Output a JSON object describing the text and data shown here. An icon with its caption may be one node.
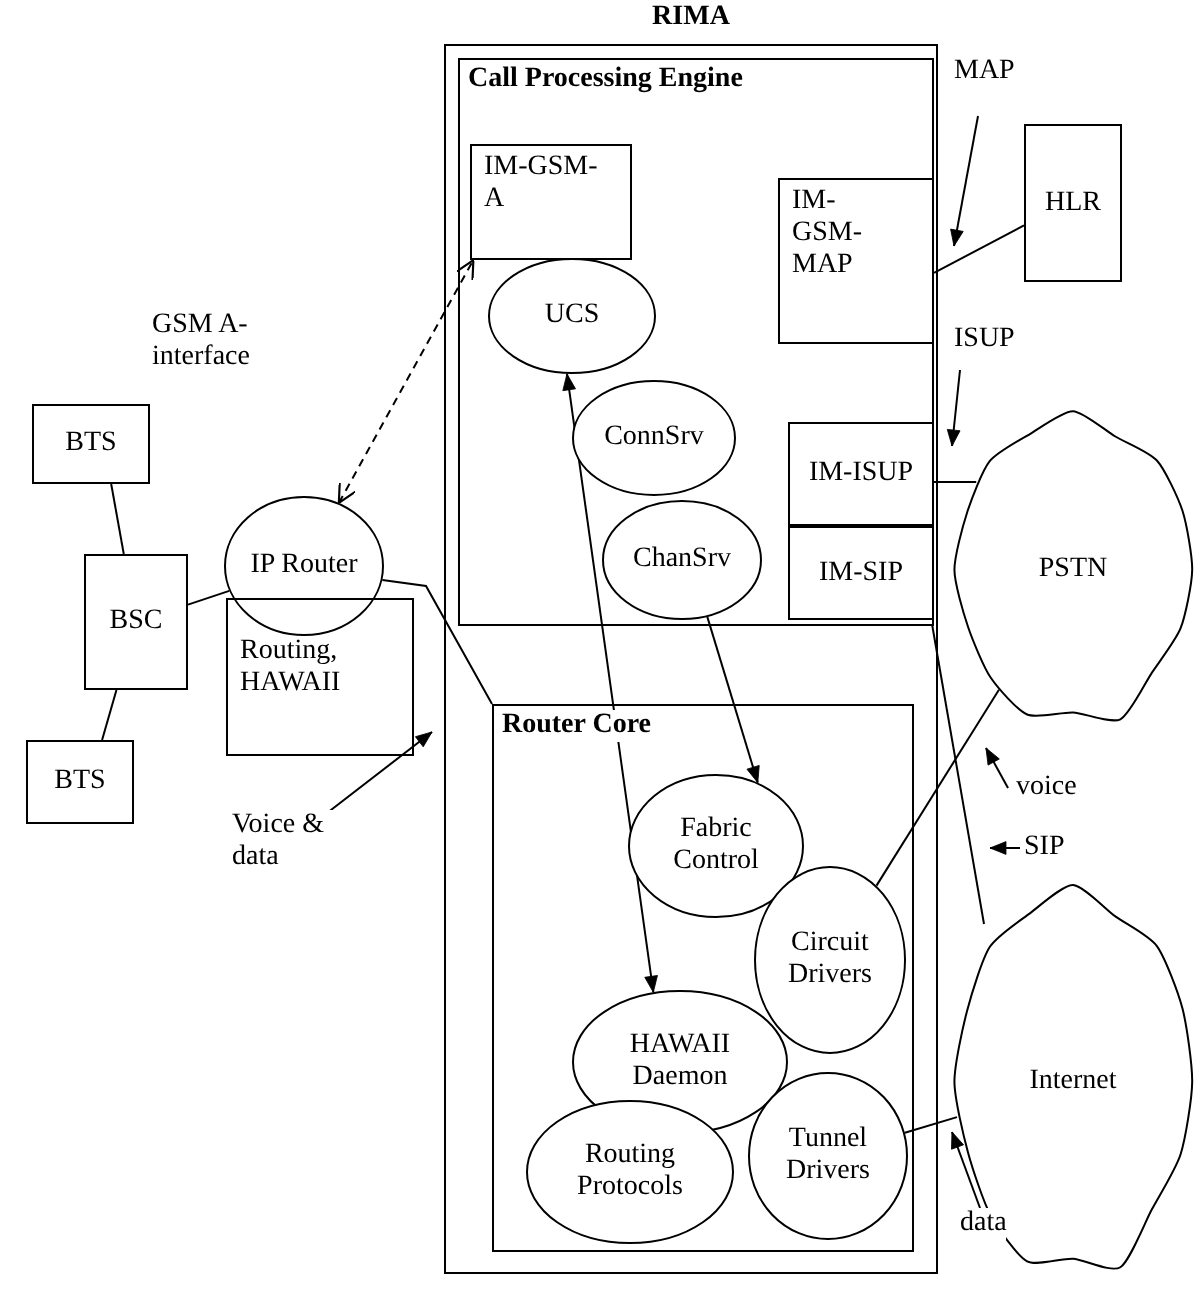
{
  "diagram": {
    "nodes": [
      {
        "text": [
          "RIMA"
        ]
      },
      {
        "text": [
          "Call Processing Engine"
        ],
        "in": 0
      },
      {
        "text": [
          "IM-GSM-A"
        ],
        "in": 1
      },
      {
        "text": [
          "UCS"
        ],
        "in": 1
      },
      {
        "text": [
          "IM-GSM-MAP"
        ],
        "in": 1
      },
      {
        "text": [
          "ConnSrv"
        ],
        "in": 1
      },
      {
        "text": [
          "IM-ISUP"
        ],
        "in": 1
      },
      {
        "text": [
          "ChanSrv"
        ],
        "in": 1
      },
      {
        "text": [
          "IM-SIP"
        ],
        "in": 1
      },
      {
        "text": [
          "HLR"
        ]
      },
      {
        "text": [
          "PSTN"
        ]
      },
      {
        "text": [
          "BTS"
        ]
      },
      {
        "text": [
          "BSC"
        ]
      },
      {
        "text": [
          "IP Router"
        ]
      },
      {
        "text": [
          "Routing, HAWAII"
        ]
      },
      {
        "text": [
          "BTS"
        ]
      },
      {
        "text": [
          "Router Core"
        ],
        "in": 0
      },
      {
        "text": [
          "Fabric Control"
        ],
        "in": 16
      },
      {
        "text": [
          "Circuit Drivers"
        ],
        "in": 16
      },
      {
        "text": [
          "HAWAII Daemon"
        ],
        "in": 16
      },
      {
        "text": [
          "Tunnel Drivers"
        ],
        "in": 16
      },
      {
        "text": [
          "Routing Protocols"
        ],
        "in": 16
      },
      {
        "text": [
          "Internet"
        ]
      }
    ],
    "edges": [
      {
        "from": 11,
        "to": 12,
        "arrow": "none"
      },
      {
        "from": 12,
        "to": 15,
        "arrow": "none"
      },
      {
        "from": 12,
        "to": 13,
        "arrow": "none"
      },
      {
        "from": 13,
        "to": 2,
        "arrow": "both",
        "style": "dashed"
      },
      {
        "from": 13,
        "to": 16,
        "arrow": "none"
      },
      {
        "from": 3,
        "to": 19,
        "arrow": "both"
      },
      {
        "from": 7,
        "to": 17,
        "arrow": "to"
      },
      {
        "from": 9,
        "to": 4,
        "arrow": "none"
      },
      {
        "from": 6,
        "to": 10,
        "arrow": "none"
      },
      {
        "from": 18,
        "to": 10,
        "arrow": "none"
      },
      {
        "from": 20,
        "to": 22,
        "arrow": "none"
      },
      {
        "from": 8,
        "to": 22,
        "arrow": "none"
      }
    ],
    "labels": [
      "MAP",
      "GSM A-interface",
      "ISUP",
      "voice",
      "SIP",
      "Voice & data",
      "data"
    ]
  }
}
